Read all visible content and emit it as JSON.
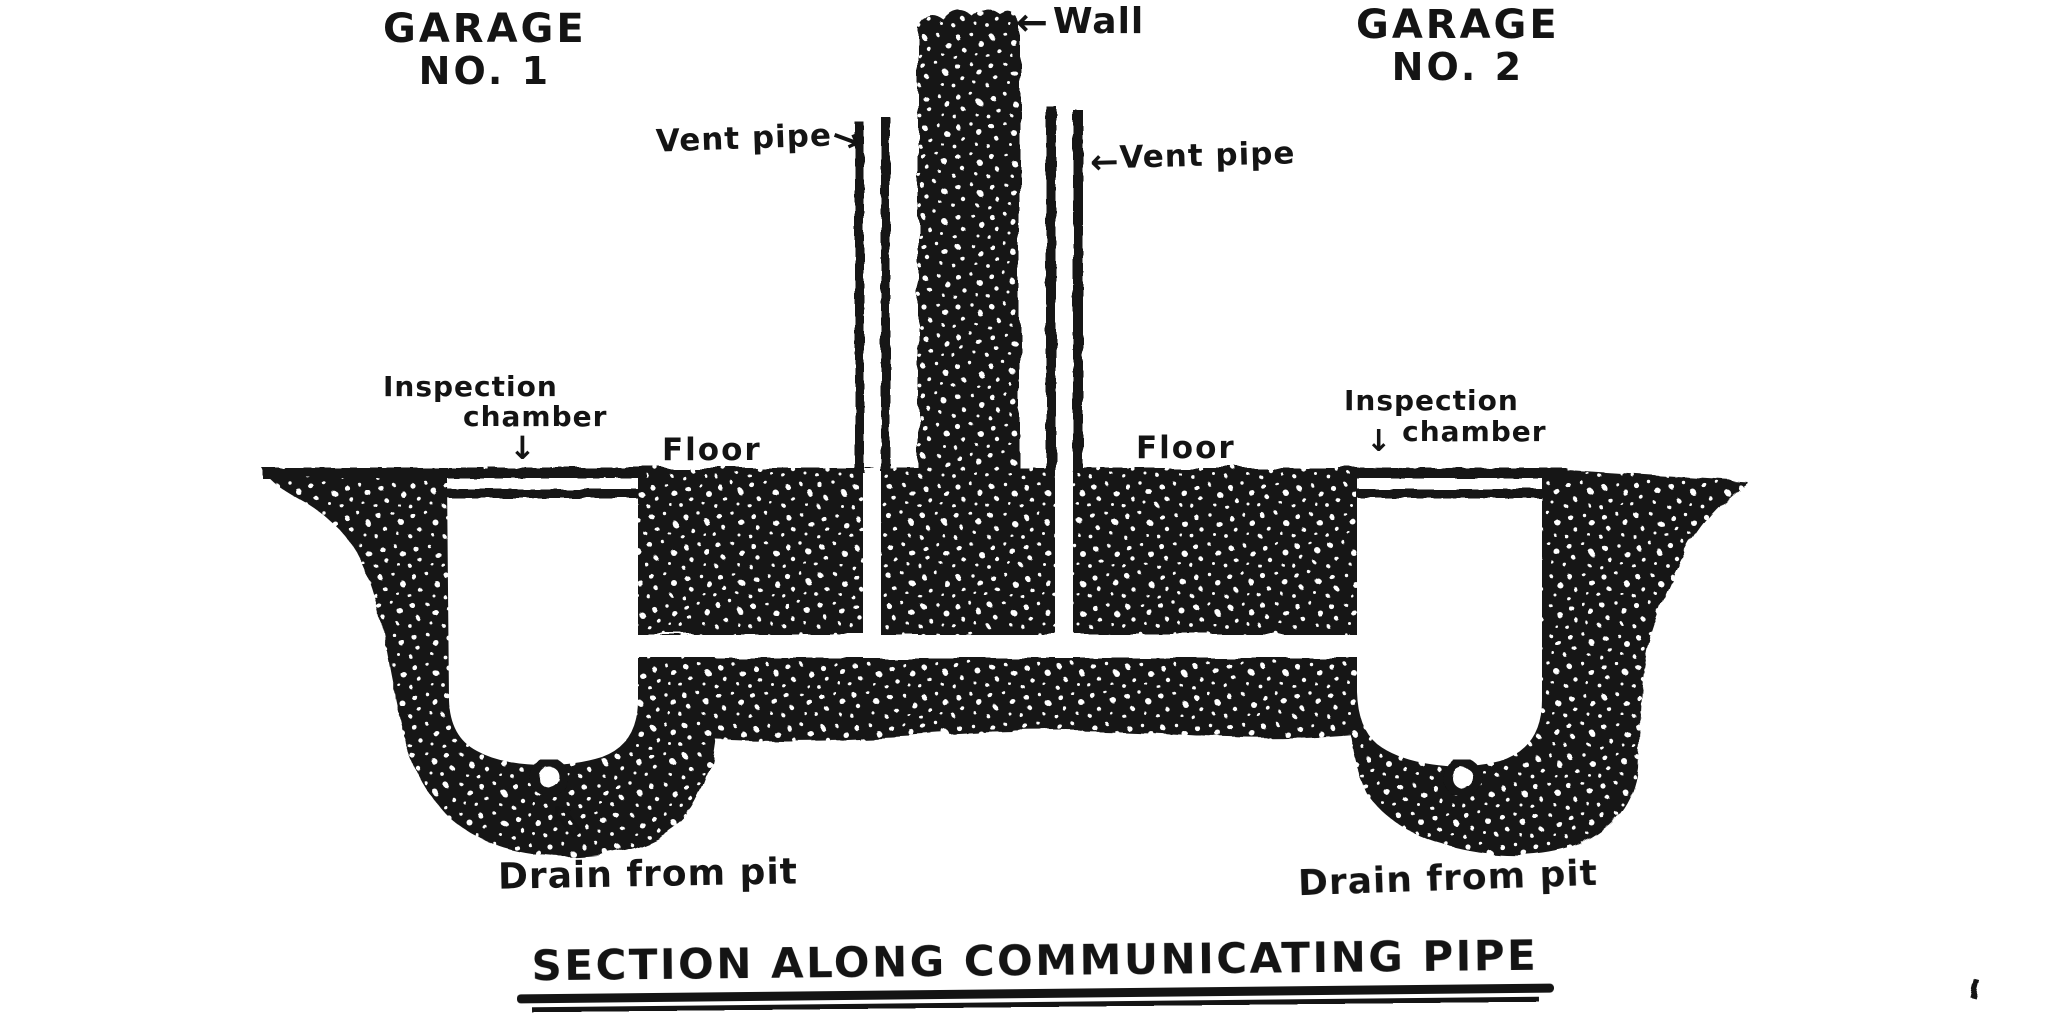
{
  "colors": {
    "ink": "#141414",
    "paper": "#ffffff"
  },
  "title": "SECTION ALONG COMMUNICATING PIPE",
  "garage1": {
    "line1": "GARAGE",
    "line2": "NO. 1"
  },
  "garage2": {
    "line1": "GARAGE",
    "line2": "NO. 2"
  },
  "wall_label": "Wall",
  "vent_left_label": "Vent pipe",
  "vent_right_label": "Vent pipe",
  "inspection_left": {
    "line1": "Inspection",
    "line2": "chamber"
  },
  "inspection_right": {
    "line1": "Inspection",
    "line2": "chamber"
  },
  "floor_left_label": "Floor",
  "floor_right_label": "Floor",
  "drain_left_label": "Drain from pit",
  "drain_right_label": "Drain from pit",
  "icons": {
    "arrow_left": "←",
    "arrow_right": "→",
    "arrow_down": "↓",
    "drain_pointer": "⇧"
  }
}
